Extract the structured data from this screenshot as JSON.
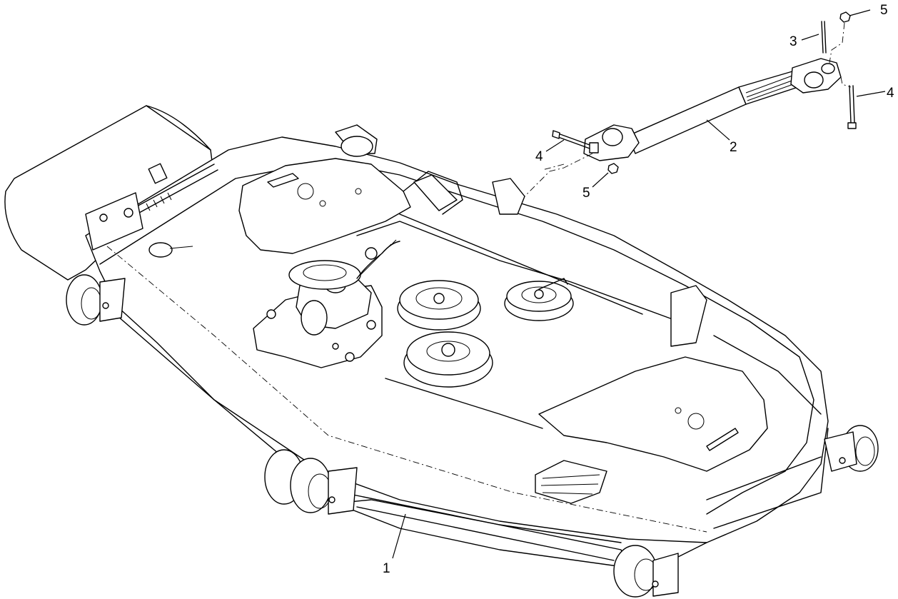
{
  "callouts": [
    {
      "id": "c1",
      "label": "1"
    },
    {
      "id": "c2",
      "label": "2"
    },
    {
      "id": "c3",
      "label": "3"
    },
    {
      "id": "c4a",
      "label": "4"
    },
    {
      "id": "c4b",
      "label": "4"
    },
    {
      "id": "c5a",
      "label": "5"
    },
    {
      "id": "c5b",
      "label": "5"
    }
  ]
}
